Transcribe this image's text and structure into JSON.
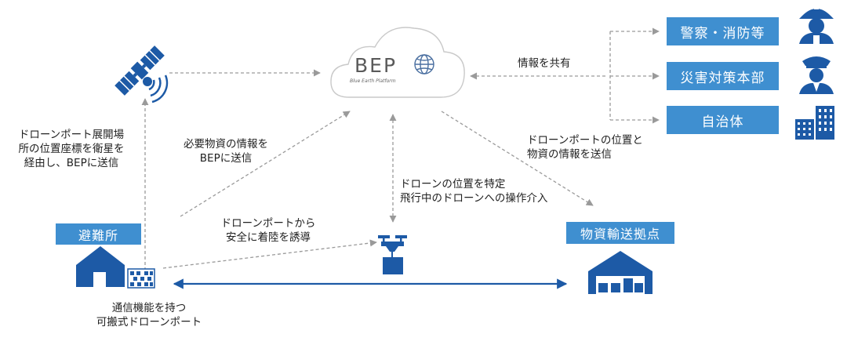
{
  "colors": {
    "accent": "#3f8fd0",
    "icon_dark": "#1d5aa6",
    "arrow": "#9a9a9a",
    "text": "#222222"
  },
  "cloud": {
    "logo_text": "BEP",
    "logo_subtitle": "Blue Earth Platform",
    "icons": [
      "cloud-icon",
      "globe-icon"
    ]
  },
  "agencies": [
    {
      "label": "警察・消防等",
      "icon": "firefighter-icon"
    },
    {
      "label": "災害対策本部",
      "icon": "police-officer-icon"
    },
    {
      "label": "自治体",
      "icon": "office-building-icon"
    }
  ],
  "nodes": {
    "shelter": "避難所",
    "logistics_hub": "物資輸送拠点",
    "portable_port": [
      "通信機能を持つ",
      "可搬式ドローンポート"
    ]
  },
  "annotations": {
    "satellite_send": [
      "ドローンポート展開場",
      "所の位置座標を衛星を",
      "経由し、BEPに送信"
    ],
    "supply_info": [
      "必要物資の情報を",
      "BEPに送信"
    ],
    "share_info": "情報を共有",
    "port_position": [
      "ドローンポートの位置と",
      "物資の情報を送信"
    ],
    "drone_position": [
      "ドローンの位置を特定",
      "飛行中のドローンへの操作介入"
    ],
    "landing_guidance": [
      "ドローンポートから",
      "安全に着陸を誘導"
    ]
  }
}
